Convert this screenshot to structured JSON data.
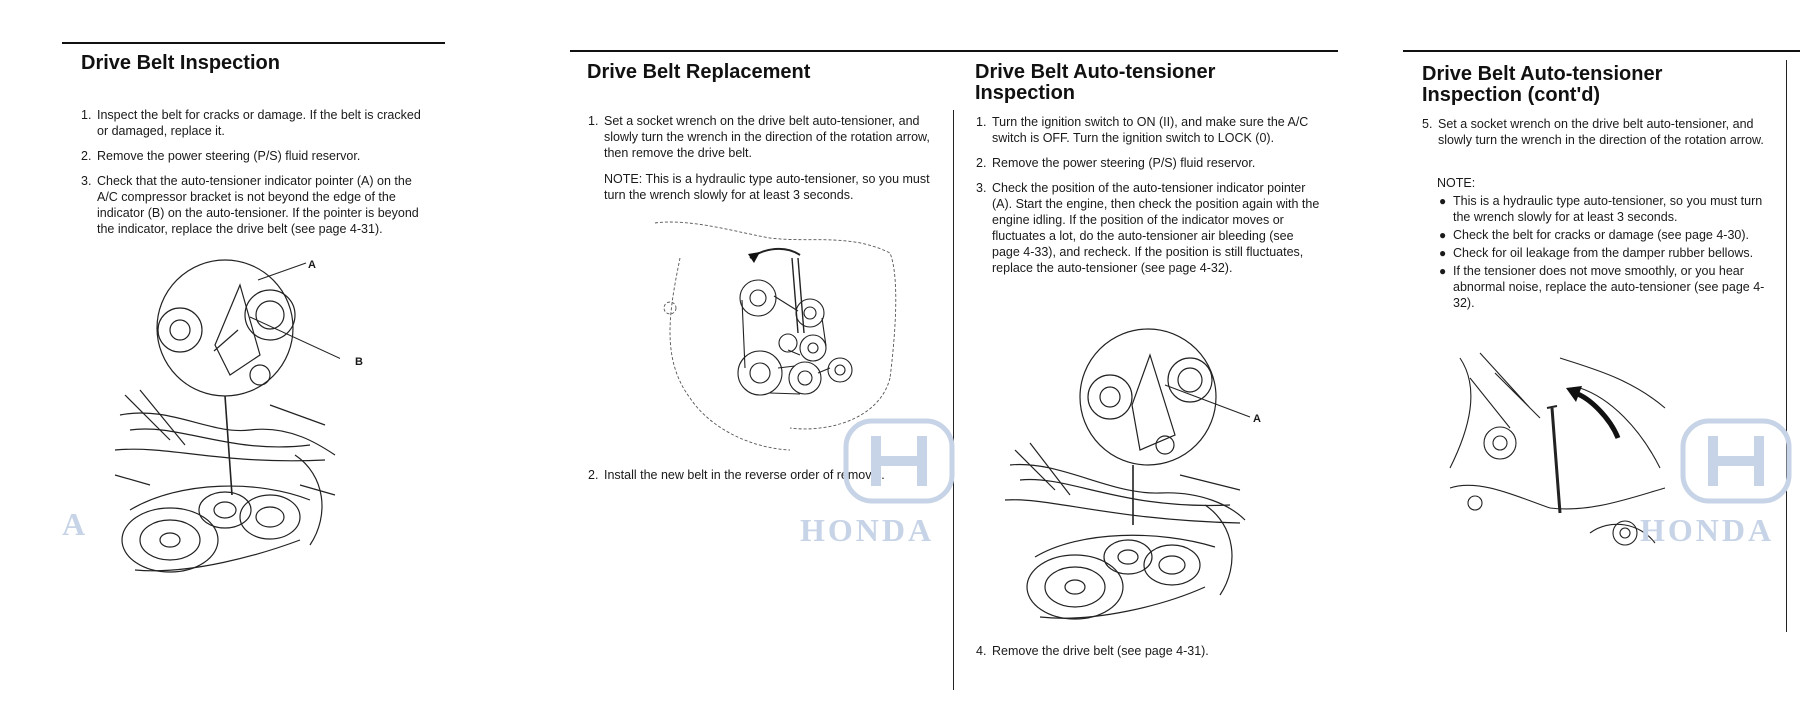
{
  "pages": [
    {
      "title": "Drive Belt Inspection",
      "steps": [
        {
          "num": "1.",
          "text": "Inspect the belt for cracks or damage. If the belt is cracked or damaged, replace it."
        },
        {
          "num": "2.",
          "text": "Remove the power steering (P/S) fluid reservor."
        },
        {
          "num": "3.",
          "text": "Check that the auto-tensioner indicator pointer (A) on the A/C compressor bracket is not beyond the edge of the indicator (B) on the auto-tensioner. If the pointer is beyond the indicator, replace the drive belt (see page 4-31)."
        }
      ],
      "callouts": [
        "A",
        "B"
      ],
      "watermark": "A"
    },
    {
      "title": "Drive Belt Replacement",
      "steps": [
        {
          "num": "1.",
          "text": "Set a socket wrench on the drive belt auto-tensioner, and slowly turn the wrench in the direction of the rotation arrow, then remove the drive belt."
        },
        {
          "num": "2.",
          "text": "Install the new belt in the reverse order of removal."
        }
      ],
      "note": "NOTE: This is a hydraulic type auto-tensioner, so you must turn the wrench slowly for at least 3 seconds.",
      "watermark": "HONDA"
    },
    {
      "title": "Drive Belt Auto-tensioner Inspection",
      "steps": [
        {
          "num": "1.",
          "text": "Turn the ignition switch to ON (II), and make sure the A/C switch is OFF. Turn the ignition switch to LOCK (0)."
        },
        {
          "num": "2.",
          "text": "Remove the power steering (P/S) fluid reservor."
        },
        {
          "num": "3.",
          "text": "Check the position of the auto-tensioner indicator pointer (A). Start the engine, then check the position again with the engine idling. If the position of the indicator moves or fluctuates a lot, do the auto-tensioner air bleeding (see page 4-33), and recheck. If the position is still fluctuates, replace the auto-tensioner (see page 4-32)."
        },
        {
          "num": "4.",
          "text": "Remove the drive belt (see page 4-31)."
        }
      ],
      "callouts": [
        "A"
      ]
    },
    {
      "title": "Drive Belt Auto-tensioner Inspection (cont'd)",
      "steps": [
        {
          "num": "5.",
          "text": "Set a socket wrench on the drive belt auto-tensioner, and slowly turn the wrench in the direction of the rotation arrow."
        }
      ],
      "note_label": "NOTE:",
      "bullets": [
        "This is a hydraulic type auto-tensioner, so you must turn the wrench slowly for at least 3 seconds.",
        "Check the belt for cracks or damage (see page 4-30).",
        "Check for oil leakage from the damper rubber bellows.",
        "If the tensioner does not move smoothly, or you hear abnormal noise, replace the auto-tensioner (see page 4-32)."
      ],
      "watermark": "HONDA"
    }
  ]
}
